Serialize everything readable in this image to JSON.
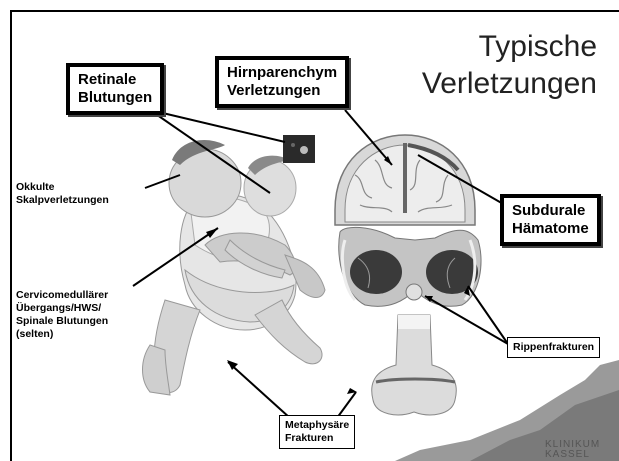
{
  "title": {
    "line1": "Typische",
    "line2": "Verletzungen"
  },
  "labels": {
    "retinal": "Retinale\nBlutungen",
    "hirn": "Hirnparenchym\nVerletzungen",
    "subdural": "Subdurale\nHämatome",
    "okkulte": "Okkulte\nSkalpverletzungen",
    "cervico": "Cervicomedullärer\nÜbergangs/HWS/\nSpinale Blutungen\n(selten)",
    "rippen": "Rippenfrakturen",
    "metaphys": "Metaphysäre\nFrakturen"
  },
  "logo": "KLINIKUM\nKASSEL"
}
